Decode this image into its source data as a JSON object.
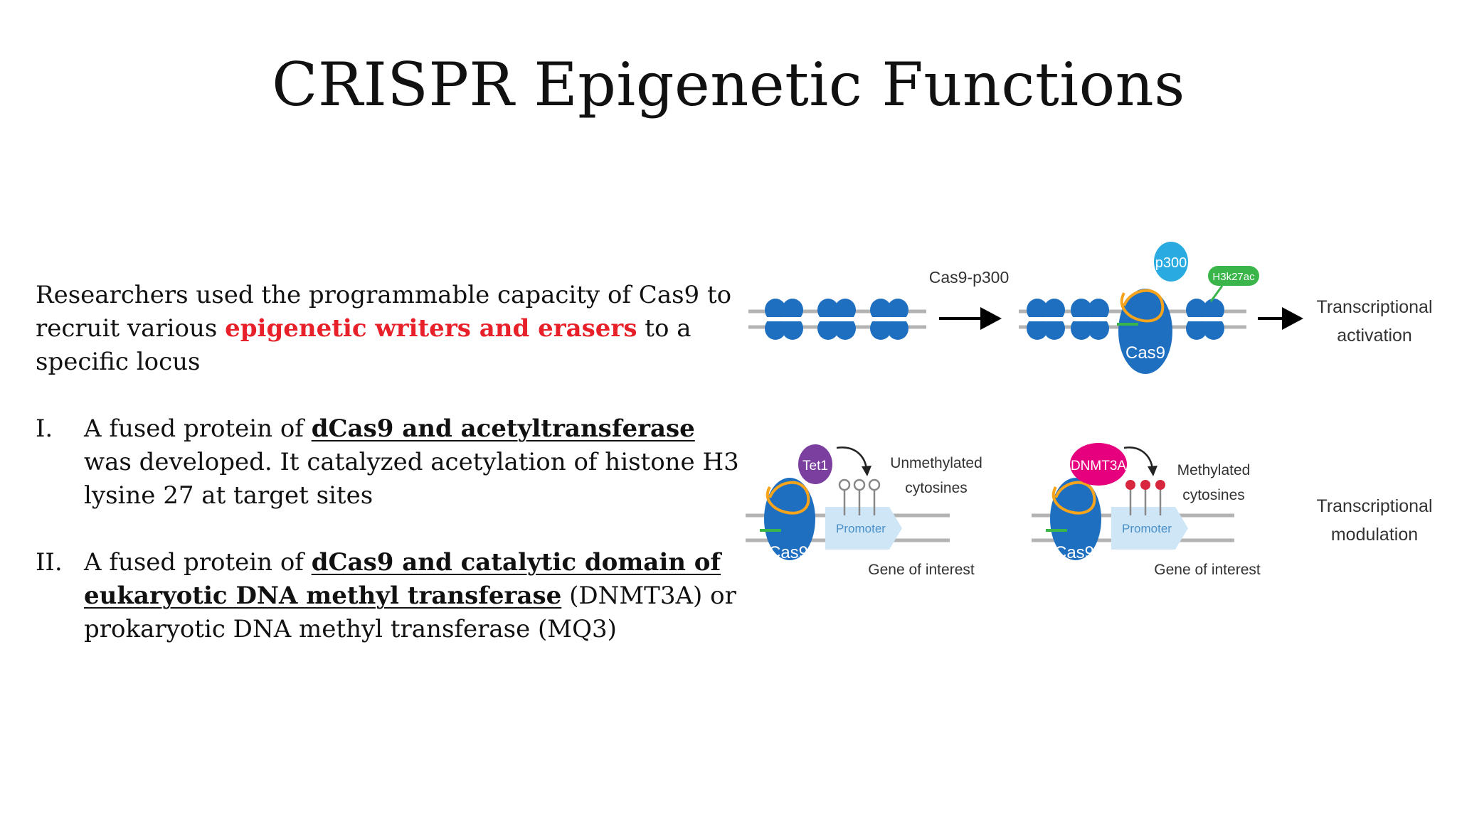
{
  "slide": {
    "title": "CRISPR Epigenetic Functions",
    "intro": {
      "before": "Researchers used the programmable capacity of Cas9 to recruit various ",
      "emphasis": "epigenetic writers and erasers",
      "after": " to a specific locus"
    },
    "list": [
      {
        "number": "I.",
        "before": "A fused protein of ",
        "emphasis": "dCas9 and acetyltransferase",
        "after": " was developed. It catalyzed acetylation of histone H3 lysine 27 at target sites"
      },
      {
        "number": "II.",
        "before": "A fused protein of ",
        "emphasis": "dCas9 and catalytic domain of eukaryotic DNA methyl transferase",
        "after": " (DNMT3A) or prokaryotic DNA methyl transferase (MQ3)"
      }
    ]
  },
  "figure": {
    "top_row": {
      "arrow_label": "Cas9-p300",
      "p300_label": "p300",
      "mark_label": "H3k27ac",
      "cas9_label": "Cas9",
      "result": [
        "Transcriptional",
        "activation"
      ]
    },
    "bottom_left": {
      "enzyme": "Tet1",
      "cas9_label": "Cas9",
      "promoter": "Promoter",
      "state": [
        "Unmethylated",
        "cytosines"
      ],
      "gene": "Gene of interest"
    },
    "bottom_right": {
      "enzyme": "DNMT3A",
      "cas9_label": "Cas9",
      "promoter": "Promoter",
      "state": [
        "Methylated",
        "cytosines"
      ],
      "gene": "Gene of interest"
    },
    "bottom_result": [
      "Transcriptional",
      "modulation"
    ],
    "colors": {
      "nucleosome": "#1f6fc0",
      "cas9": "#1f6fc0",
      "p300": "#29abe2",
      "h3k27ac": "#39b54a",
      "tet1": "#7b3fa0",
      "dnmt3a": "#e6007e",
      "methyl": "#d7263d",
      "dna": "#b3b3b3",
      "promoter": "#cfe6f7",
      "guide": "#f7a41d"
    }
  }
}
